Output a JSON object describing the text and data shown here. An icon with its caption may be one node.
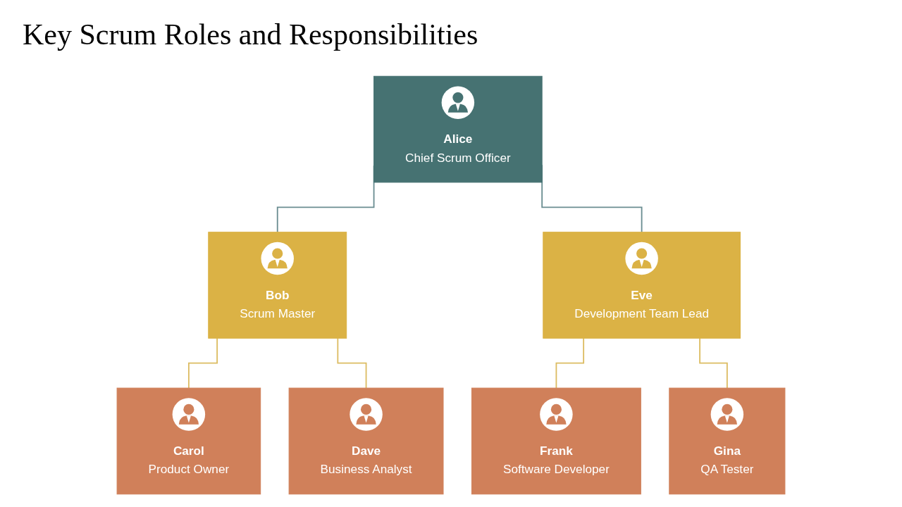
{
  "diagram": {
    "title": "Key Scrum Roles and Responsibilities",
    "nodes": [
      {
        "text": [
          "Alice",
          "Chief Scrum Officer"
        ]
      },
      {
        "text": [
          "Bob",
          "Scrum Master"
        ]
      },
      {
        "text": [
          "Eve",
          "Development Team Lead"
        ]
      },
      {
        "text": [
          "Carol",
          "Product Owner"
        ]
      },
      {
        "text": [
          "Dave",
          "Business Analyst"
        ]
      },
      {
        "text": [
          "Frank",
          "Software Developer"
        ]
      },
      {
        "text": [
          "Gina",
          "QA Tester"
        ]
      }
    ],
    "edges": [
      {
        "from": 0,
        "to": 1,
        "arrow": "none",
        "color": "#6a8d91"
      },
      {
        "from": 0,
        "to": 2,
        "arrow": "none",
        "color": "#6a8d91"
      },
      {
        "from": 1,
        "to": 3,
        "arrow": "none"
      },
      {
        "from": 1,
        "to": 4,
        "arrow": "none"
      },
      {
        "from": 2,
        "to": 5,
        "arrow": "none"
      },
      {
        "from": 2,
        "to": 6,
        "arrow": "none"
      }
    ]
  }
}
